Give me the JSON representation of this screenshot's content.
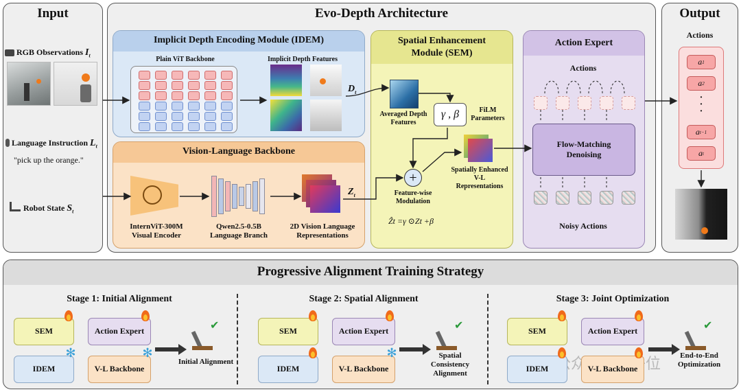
{
  "input": {
    "title": "Input",
    "rgb_label": "RGB Observations",
    "rgb_sym": "I",
    "rgb_sub": "t",
    "lang_label": "Language Instruction",
    "lang_sym": "L",
    "lang_sub": "t",
    "lang_quote": "\"pick up the orange.\"",
    "robot_label": "Robot State",
    "robot_sym": "S",
    "robot_sub": "t"
  },
  "arch": {
    "title": "Evo-Depth Architecture",
    "idem": {
      "title": "Implicit Depth Encoding Module (IDEM)",
      "vit_label": "Plain ViT Backbone",
      "features_label": "Implicit Depth Features",
      "d_sym": "D",
      "d_sub": "t"
    },
    "vl": {
      "title": "Vision-Language Backbone",
      "encoder_label": "InternViT-300M Visual Encoder",
      "lm_label": "Qwen2.5-0.5B Language Branch",
      "rep_label": "2D Vision Language Representations",
      "z_sym": "Z",
      "z_sub": "t"
    },
    "sem": {
      "title": "Spatial Enhancement Module (SEM)",
      "avg_label": "Averaged Depth Features",
      "gamma_beta": "γ , β",
      "film_label": "FiLM Parameters",
      "mod_label": "Feature-wise Modulation",
      "enh_label": "Spatially Enhanced V-L Representations",
      "formula": "Ẑt =γ ⊙Zt +β",
      "plus": "+"
    },
    "ae": {
      "title": "Action Expert",
      "actions_label": "Actions",
      "fm_label": "Flow-Matching Denoising",
      "noisy_label": "Noisy Actions"
    }
  },
  "output": {
    "title": "Output",
    "actions_label": "Actions",
    "tokens": [
      "a",
      "a",
      "a",
      "a"
    ],
    "token_subs": [
      "1",
      "2",
      "t−1",
      "t"
    ],
    "ellipsis": "·\n·\n·"
  },
  "training": {
    "title": "Progressive Alignment Training Strategy",
    "stages": [
      {
        "title": "Stage 1: Initial Alignment",
        "sem": "SEM",
        "ae": "Action Expert",
        "idem": "IDEM",
        "vl": "V-L Backbone",
        "result": "Initial Alignment"
      },
      {
        "title": "Stage 2: Spatial Alignment",
        "sem": "SEM",
        "ae": "Action Expert",
        "idem": "IDEM",
        "vl": "V-L Backbone",
        "result": "Spatial Consistency Alignment"
      },
      {
        "title": "Stage 3: Joint Optimization",
        "sem": "SEM",
        "ae": "Action Expert",
        "idem": "IDEM",
        "vl": "V-L Backbone",
        "result": "End-to-End Optimization"
      }
    ]
  },
  "watermark": "公众号 · 量子位",
  "colors": {
    "idem_bg": "#dbe8f6",
    "vl_bg": "#fbe2c6",
    "sem_bg": "#f4f4b8",
    "ae_bg": "#e6ddf0",
    "action_token": "#f7a6a6",
    "flame": "#f06a1a",
    "snowflake": "#3aa0d8"
  }
}
